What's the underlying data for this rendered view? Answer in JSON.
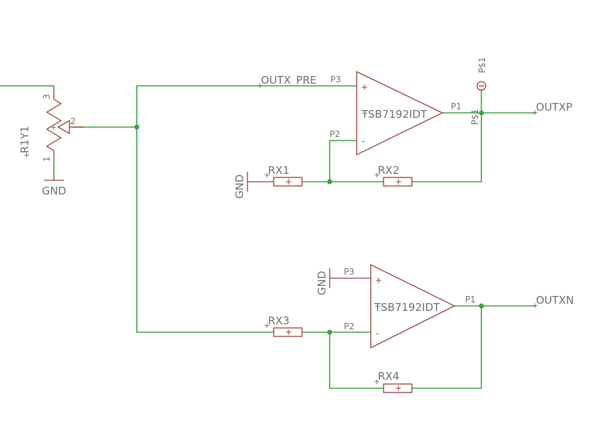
{
  "components": {
    "pot": {
      "name": "R1Y1",
      "pin_top": "3",
      "pin_wiper": "2",
      "pin_bottom": "1",
      "ground": "GND"
    },
    "opamp1": {
      "name": "TSB7192IDT",
      "pin_noninv": "P3",
      "pin_inv": "P2",
      "pin_out": "P1",
      "plus": "+",
      "minus": "-"
    },
    "opamp2": {
      "name": "TSB7192IDT",
      "pin_noninv": "P3",
      "pin_inv": "P2",
      "pin_out": "P1",
      "plus": "+",
      "minus": "-",
      "ground": "GND"
    },
    "testpoint": {
      "name": "P$1",
      "pin": "P$1"
    },
    "rx1": {
      "name": "RX1",
      "ground": "GND",
      "mark": "+"
    },
    "rx2": {
      "name": "RX2",
      "mark": "+"
    },
    "rx3": {
      "name": "RX3",
      "mark": "+"
    },
    "rx4": {
      "name": "RX4",
      "mark": "+"
    }
  },
  "nets": {
    "outx_pre": "OUTX_PRE",
    "outxp": "OUTXP",
    "outxn": "OUTXN"
  }
}
